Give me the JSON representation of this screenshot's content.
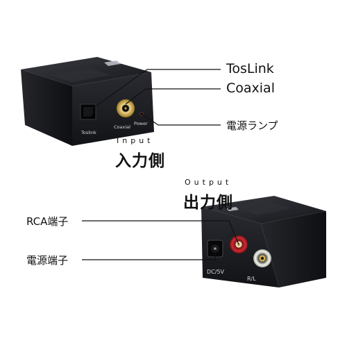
{
  "input": {
    "heading_small": "Input",
    "heading": "入力側",
    "callouts": {
      "toslink": "TosLink",
      "coaxial": "Coaxial",
      "power_lamp": "電源ランプ"
    },
    "port_labels": {
      "toslink": "Toslink",
      "coaxial": "Coaxial",
      "power": "Power"
    }
  },
  "output": {
    "heading_small": "Output",
    "heading": "出力側",
    "callouts": {
      "rca": "RCA端子",
      "power_terminal": "電源端子"
    },
    "port_labels": {
      "dc": "DC/5V",
      "rl": "R/L"
    }
  },
  "colors": {
    "body": "#1c1d22",
    "rca_red": "#c0222a",
    "rca_white": "#e8e8e0",
    "gold": "#c9a23a"
  }
}
